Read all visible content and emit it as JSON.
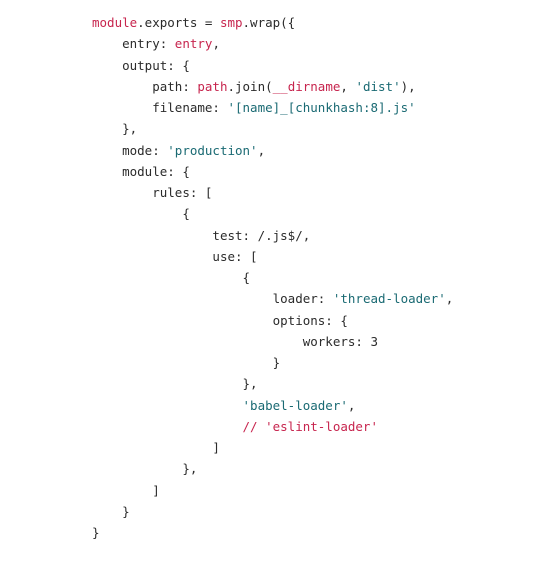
{
  "code": {
    "lines": [
      {
        "indent": "",
        "tokens": [
          [
            "ident",
            "module"
          ],
          [
            "plain",
            ".exports = "
          ],
          [
            "ident",
            "smp"
          ],
          [
            "plain",
            ".wrap({"
          ]
        ]
      },
      {
        "indent": "    ",
        "tokens": [
          [
            "plain",
            "entry: "
          ],
          [
            "ident",
            "entry"
          ],
          [
            "plain",
            ","
          ]
        ]
      },
      {
        "indent": "    ",
        "tokens": [
          [
            "plain",
            "output: {"
          ]
        ]
      },
      {
        "indent": "        ",
        "tokens": [
          [
            "plain",
            "path: "
          ],
          [
            "ident",
            "path"
          ],
          [
            "plain",
            ".join("
          ],
          [
            "ident",
            "__dirname"
          ],
          [
            "plain",
            ", "
          ],
          [
            "string",
            "'dist'"
          ],
          [
            "plain",
            "),"
          ]
        ]
      },
      {
        "indent": "        ",
        "tokens": [
          [
            "plain",
            "filename: "
          ],
          [
            "string",
            "'[name]_[chunkhash:8].js'"
          ]
        ]
      },
      {
        "indent": "    ",
        "tokens": [
          [
            "plain",
            "},"
          ]
        ]
      },
      {
        "indent": "    ",
        "tokens": [
          [
            "plain",
            "mode: "
          ],
          [
            "string",
            "'production'"
          ],
          [
            "plain",
            ","
          ]
        ]
      },
      {
        "indent": "    ",
        "tokens": [
          [
            "plain",
            "module: {"
          ]
        ]
      },
      {
        "indent": "        ",
        "tokens": [
          [
            "plain",
            "rules: ["
          ]
        ]
      },
      {
        "indent": "            ",
        "tokens": [
          [
            "plain",
            "{"
          ]
        ]
      },
      {
        "indent": "                ",
        "tokens": [
          [
            "plain",
            "test: /.js$/,"
          ]
        ]
      },
      {
        "indent": "                ",
        "tokens": [
          [
            "plain",
            "use: ["
          ]
        ]
      },
      {
        "indent": "                    ",
        "tokens": [
          [
            "plain",
            "{"
          ]
        ]
      },
      {
        "indent": "                        ",
        "tokens": [
          [
            "plain",
            "loader: "
          ],
          [
            "string",
            "'thread-loader'"
          ],
          [
            "plain",
            ","
          ]
        ]
      },
      {
        "indent": "                        ",
        "tokens": [
          [
            "plain",
            "options: {"
          ]
        ]
      },
      {
        "indent": "                            ",
        "tokens": [
          [
            "plain",
            "workers: 3"
          ]
        ]
      },
      {
        "indent": "                        ",
        "tokens": [
          [
            "plain",
            "}"
          ]
        ]
      },
      {
        "indent": "                    ",
        "tokens": [
          [
            "plain",
            "},"
          ]
        ]
      },
      {
        "indent": "                    ",
        "tokens": [
          [
            "string",
            "'babel-loader'"
          ],
          [
            "plain",
            ","
          ]
        ]
      },
      {
        "indent": "                    ",
        "tokens": [
          [
            "comment",
            "// 'eslint-loader'"
          ]
        ]
      },
      {
        "indent": "                ",
        "tokens": [
          [
            "plain",
            "]"
          ]
        ]
      },
      {
        "indent": "            ",
        "tokens": [
          [
            "plain",
            "},"
          ]
        ]
      },
      {
        "indent": "        ",
        "tokens": [
          [
            "plain",
            "]"
          ]
        ]
      },
      {
        "indent": "    ",
        "tokens": [
          [
            "plain",
            "}"
          ]
        ]
      },
      {
        "indent": "",
        "tokens": [
          [
            "plain",
            "}"
          ]
        ]
      }
    ]
  },
  "colors": {
    "plain": "#2b2b2b",
    "identifier": "#c7254e",
    "string": "#1a6a73",
    "comment": "#c7254e",
    "background": "#ffffff"
  }
}
